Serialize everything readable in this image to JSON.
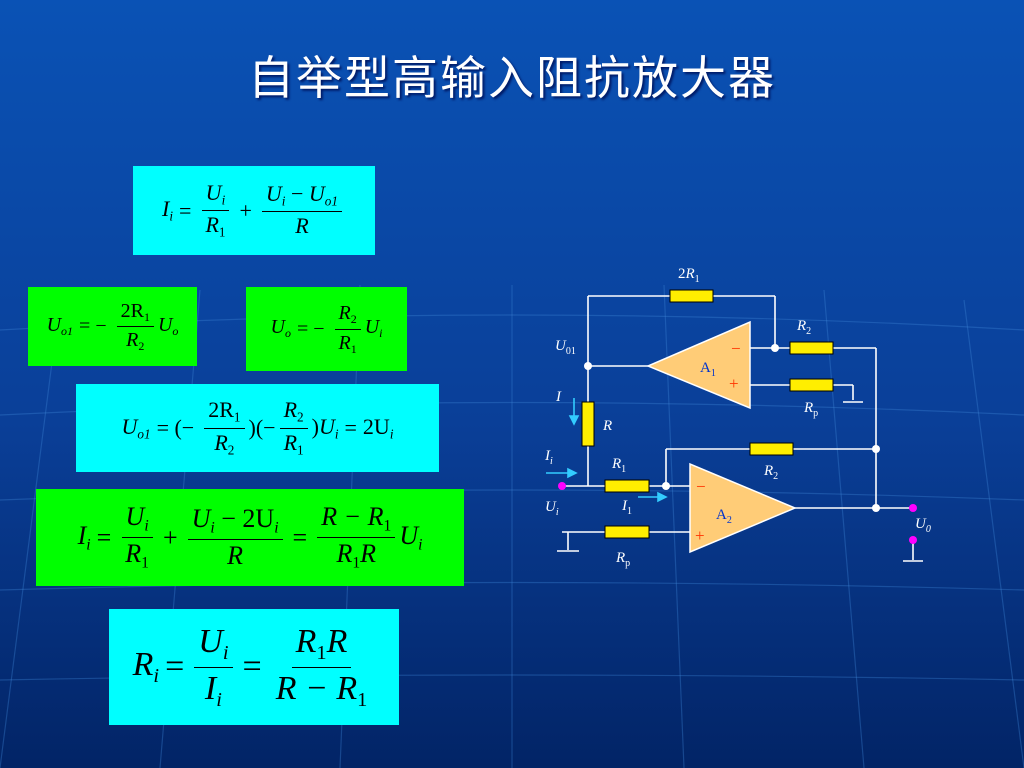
{
  "slide": {
    "title": "自举型高输入阻抗放大器"
  },
  "colors": {
    "background_top": "#0a4fb0",
    "background_bottom": "#022a70",
    "box_cyan": "#00ffff",
    "box_green": "#00ff00",
    "resistor_fill": "#ffee00",
    "opamp_fill": "#ffcc77",
    "terminal_color": "#ff00ff"
  },
  "equations": {
    "eq1": {
      "lhs": "I",
      "lhs_sub": "i",
      "f1_num": "U",
      "f1_num_sub": "i",
      "f1_den": "R",
      "f1_den_sub": "1",
      "f2_num_a": "U",
      "f2_num_a_sub": "i",
      "f2_num_b": "U",
      "f2_num_b_sub": "o1",
      "f2_den": "R"
    },
    "eq2": {
      "lhs": "U",
      "lhs_sub": "o1",
      "num": "2R",
      "num_sub": "1",
      "den": "R",
      "den_sub": "2",
      "rhs": "U",
      "rhs_sub": "o"
    },
    "eq3": {
      "lhs": "U",
      "lhs_sub": "o",
      "num": "R",
      "num_sub": "2",
      "den": "R",
      "den_sub": "1",
      "rhs": "U",
      "rhs_sub": "i"
    },
    "eq4": {
      "lhs": "U",
      "lhs_sub": "o1",
      "f1_num": "2R",
      "f1_num_sub": "1",
      "f1_den": "R",
      "f1_den_sub": "2",
      "f2_num": "R",
      "f2_num_sub": "2",
      "f2_den": "R",
      "f2_den_sub": "1",
      "mid": "U",
      "mid_sub": "i",
      "rhs": "2U",
      "rhs_sub": "i"
    },
    "eq5": {
      "lhs": "I",
      "lhs_sub": "i",
      "f1_num": "U",
      "f1_num_sub": "i",
      "f1_den": "R",
      "f1_den_sub": "1",
      "f2_num_a": "U",
      "f2_num_a_sub": "i",
      "f2_num_b": "2U",
      "f2_num_b_sub": "i",
      "f2_den": "R",
      "f3_num": "R − R",
      "f3_num_sub": "1",
      "f3_den": "R",
      "f3_den_sub": "1",
      "f3_den_tail": "R",
      "rhs": "U",
      "rhs_sub": "i"
    },
    "eq6": {
      "lhs": "R",
      "lhs_sub": "i",
      "f1_num": "U",
      "f1_num_sub": "i",
      "f1_den": "I",
      "f1_den_sub": "i",
      "f2_num": "R",
      "f2_num_sub": "1",
      "f2_num_tail": "R",
      "f2_den": "R − R",
      "f2_den_sub": "1"
    }
  },
  "circuit": {
    "labels": {
      "r_feedback": "2",
      "r_feedback_R": "R",
      "r_feedback_sub": "1",
      "r2_top": "R",
      "r2_top_sub": "2",
      "rp_top": "R",
      "rp_top_sub": "p",
      "u01": "U",
      "u01_sub": "01",
      "a1": "A",
      "a1_sub": "1",
      "i_label": "I",
      "r_label": "R",
      "ii_label": "I",
      "ii_sub": "i",
      "r1_label": "R",
      "r1_sub": "1",
      "r2_mid": "R",
      "r2_mid_sub": "2",
      "ui_label": "U",
      "ui_sub": "i",
      "i1_label": "I",
      "i1_sub": "1",
      "a2": "A",
      "a2_sub": "2",
      "u0_label": "U",
      "u0_sub": "0",
      "rp_bot": "R",
      "rp_bot_sub": "p",
      "minus": "−",
      "plus": "+"
    }
  }
}
